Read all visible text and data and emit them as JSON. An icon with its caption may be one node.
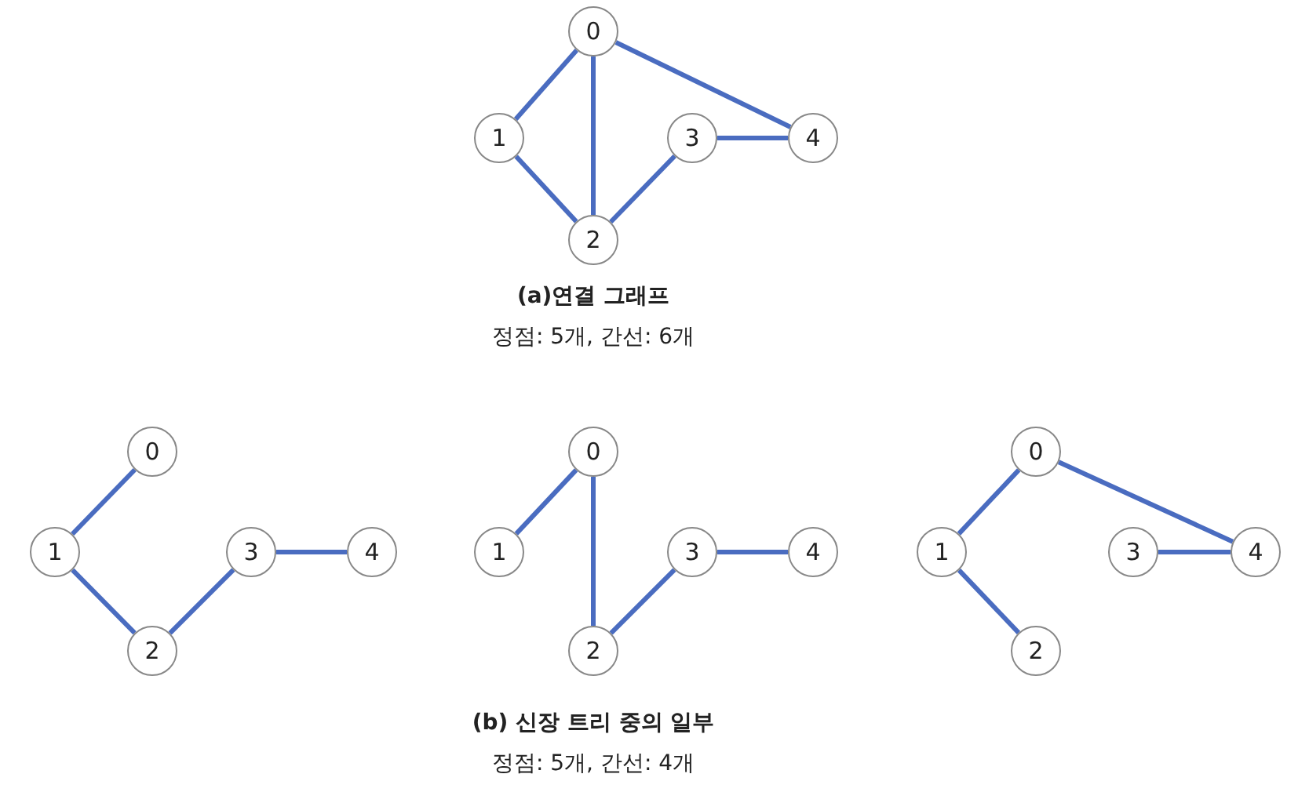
{
  "diagram": {
    "nodes": [
      {
        "text": [
          "0"
        ]
      },
      {
        "text": [
          "1"
        ]
      },
      {
        "text": [
          "2"
        ]
      },
      {
        "text": [
          "3"
        ]
      },
      {
        "text": [
          "4"
        ]
      },
      {
        "text": [
          "0"
        ]
      },
      {
        "text": [
          "1"
        ]
      },
      {
        "text": [
          "2"
        ]
      },
      {
        "text": [
          "3"
        ]
      },
      {
        "text": [
          "4"
        ]
      },
      {
        "text": [
          "0"
        ]
      },
      {
        "text": [
          "1"
        ]
      },
      {
        "text": [
          "2"
        ]
      },
      {
        "text": [
          "3"
        ]
      },
      {
        "text": [
          "4"
        ]
      },
      {
        "text": [
          "0"
        ]
      },
      {
        "text": [
          "1"
        ]
      },
      {
        "text": [
          "2"
        ]
      },
      {
        "text": [
          "3"
        ]
      },
      {
        "text": [
          "4"
        ]
      }
    ],
    "edges": [
      {
        "from": 0,
        "to": 1,
        "arrow": "none"
      },
      {
        "from": 0,
        "to": 2,
        "arrow": "none"
      },
      {
        "from": 0,
        "to": 4,
        "arrow": "none"
      },
      {
        "from": 1,
        "to": 2,
        "arrow": "none"
      },
      {
        "from": 2,
        "to": 3,
        "arrow": "none"
      },
      {
        "from": 3,
        "to": 4,
        "arrow": "none"
      },
      {
        "from": 5,
        "to": 6,
        "arrow": "none"
      },
      {
        "from": 6,
        "to": 7,
        "arrow": "none"
      },
      {
        "from": 7,
        "to": 8,
        "arrow": "none"
      },
      {
        "from": 8,
        "to": 9,
        "arrow": "none"
      },
      {
        "from": 10,
        "to": 11,
        "arrow": "none"
      },
      {
        "from": 10,
        "to": 12,
        "arrow": "none"
      },
      {
        "from": 12,
        "to": 13,
        "arrow": "none"
      },
      {
        "from": 13,
        "to": 14,
        "arrow": "none"
      },
      {
        "from": 15,
        "to": 16,
        "arrow": "none"
      },
      {
        "from": 15,
        "to": 19,
        "arrow": "none"
      },
      {
        "from": 16,
        "to": 17,
        "arrow": "none"
      },
      {
        "from": 18,
        "to": 19,
        "arrow": "none"
      }
    ],
    "labels": [
      "(a)연결 그래프",
      "정점: 5개, 간선: 6개",
      "(b) 신장 트리 중의 일부",
      "정점: 5개, 간선: 4개"
    ]
  }
}
